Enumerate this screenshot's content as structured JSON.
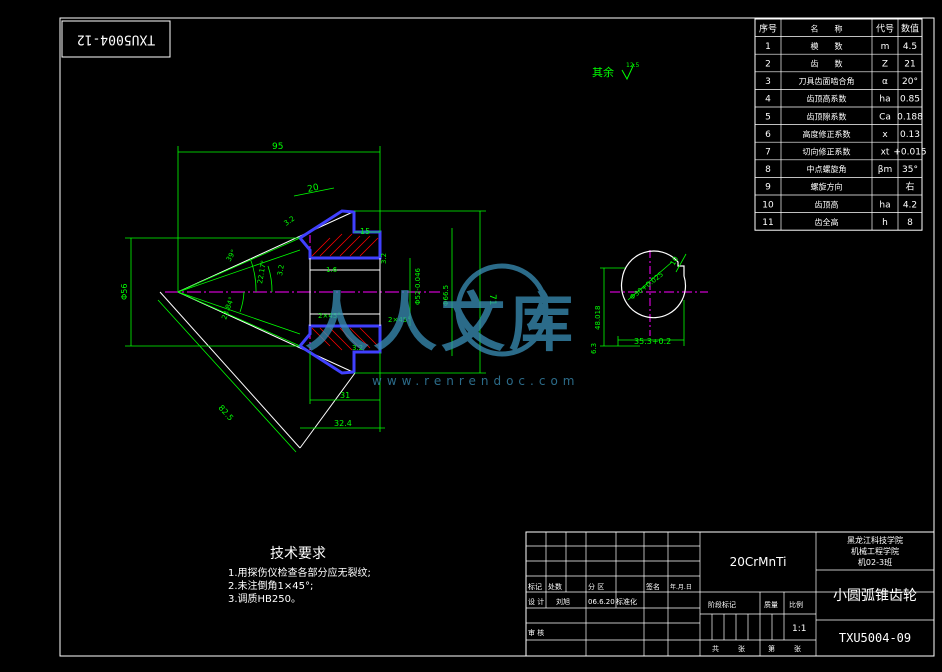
{
  "drawing_code_rotated": "TXU5004-12",
  "surface_finish": {
    "label": "其余",
    "value": "12.5"
  },
  "param_table": {
    "headers": [
      "序号",
      "名　　称",
      "代号",
      "数值"
    ],
    "rows": [
      [
        "1",
        "模　　数",
        "m",
        "4.5"
      ],
      [
        "2",
        "齿　　数",
        "Z",
        "21"
      ],
      [
        "3",
        "刀具齿面啮合角",
        "α",
        "20°"
      ],
      [
        "4",
        "齿顶高系数",
        "ha",
        "0.85"
      ],
      [
        "5",
        "齿顶隙系数",
        "Ca",
        "0.188"
      ],
      [
        "6",
        "高度修正系数",
        "x",
        "0.13"
      ],
      [
        "7",
        "切向修正系数",
        "xt",
        "+0.015"
      ],
      [
        "8",
        "中点螺旋角",
        "βm",
        "35°"
      ],
      [
        "9",
        "螺旋方向",
        "",
        "右"
      ],
      [
        "10",
        "齿顶高",
        "ha",
        "4.2"
      ],
      [
        "11",
        "齿全高",
        "h",
        "8"
      ]
    ]
  },
  "dimensions": {
    "d95": "95",
    "d20": "20",
    "d15": "15",
    "d56": "Φ56",
    "d71": "71",
    "d31": "31",
    "d324": "32.4",
    "d825": "82.5",
    "d_inner": "Φ52-0.046",
    "d_outer": "Φ66.5",
    "chamfer1": "2×45°",
    "chamfer2": "2×45°",
    "ang1": "39°",
    "ang2": "22.17°",
    "ang3": "23.84°",
    "ra32a": "3.2",
    "ra32b": "3.2",
    "ra16": "1.6",
    "ra32c": "3.2",
    "key_h": "48.018",
    "key_w": "35.3+0.2",
    "key_tol": "10"
  },
  "tech_req": {
    "title": "技术要求",
    "items": [
      "1.用探伤仪检查各部分应无裂纹;",
      "2.未注倒角1×45°;",
      "3.调质HB250。"
    ]
  },
  "title_block": {
    "material": "20CrMnTi",
    "school": [
      "黑龙江科技学院",
      "机械工程学院",
      "机02-3班"
    ],
    "part_name": "小圆弧锥齿轮",
    "drawing_no": "TXU5004-09",
    "scale": "1:1",
    "labels": {
      "biaoji": "标记",
      "chushu": "处数",
      "fenqu": "分 区",
      "qianming": "签名",
      "date_fmt": "年.月.日",
      "sheji": "设 计",
      "name": "刘旭",
      "date": "06.6.20",
      "biaozhunhua": "标准化",
      "jieduan": "阶段标记",
      "zhiliang": "质量",
      "bili": "比例",
      "shenhe": "审 核",
      "gong": "共",
      "zhang1": "张",
      "di": "第",
      "zhang2": "张"
    }
  },
  "watermark": {
    "text": "人人文库",
    "url": "www.renrendoc.com"
  },
  "colors": {
    "line": "#ffffff",
    "dim": "#00ff00",
    "part": "#4040ff",
    "center": "#ff00ff",
    "hatch": "#ff0000",
    "watermark": "#3a8fb7"
  }
}
